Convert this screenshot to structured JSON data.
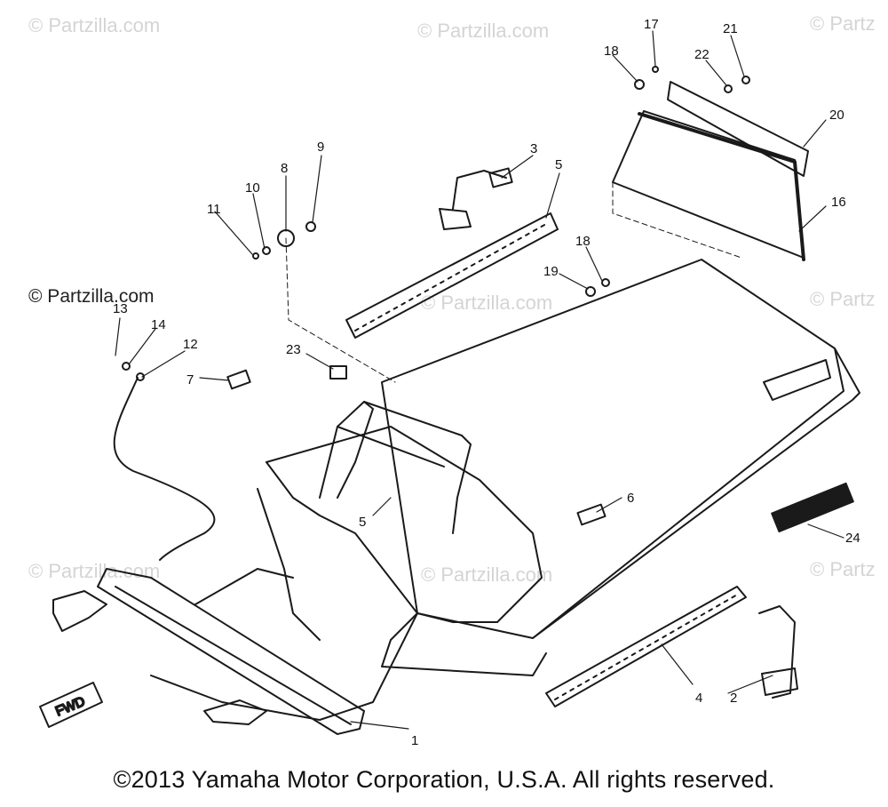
{
  "diagram": {
    "watermarks": [
      "© Partzilla.com",
      "© Partzilla.com",
      "© Partz",
      "© Partzilla.com",
      "© Partz",
      "© Partzilla.com",
      "© Partzilla.com",
      "© Partz",
      "© Partzilla.com"
    ],
    "callouts": [
      "1",
      "2",
      "3",
      "4",
      "5",
      "5",
      "6",
      "7",
      "8",
      "9",
      "10",
      "11",
      "12",
      "13",
      "14",
      "16",
      "17",
      "18",
      "18",
      "19",
      "20",
      "21",
      "22",
      "23",
      "24"
    ],
    "fwd_label": "FWD",
    "copyright": "©2013 Yamaha Motor Corporation, U.S.A. All rights reserved."
  }
}
